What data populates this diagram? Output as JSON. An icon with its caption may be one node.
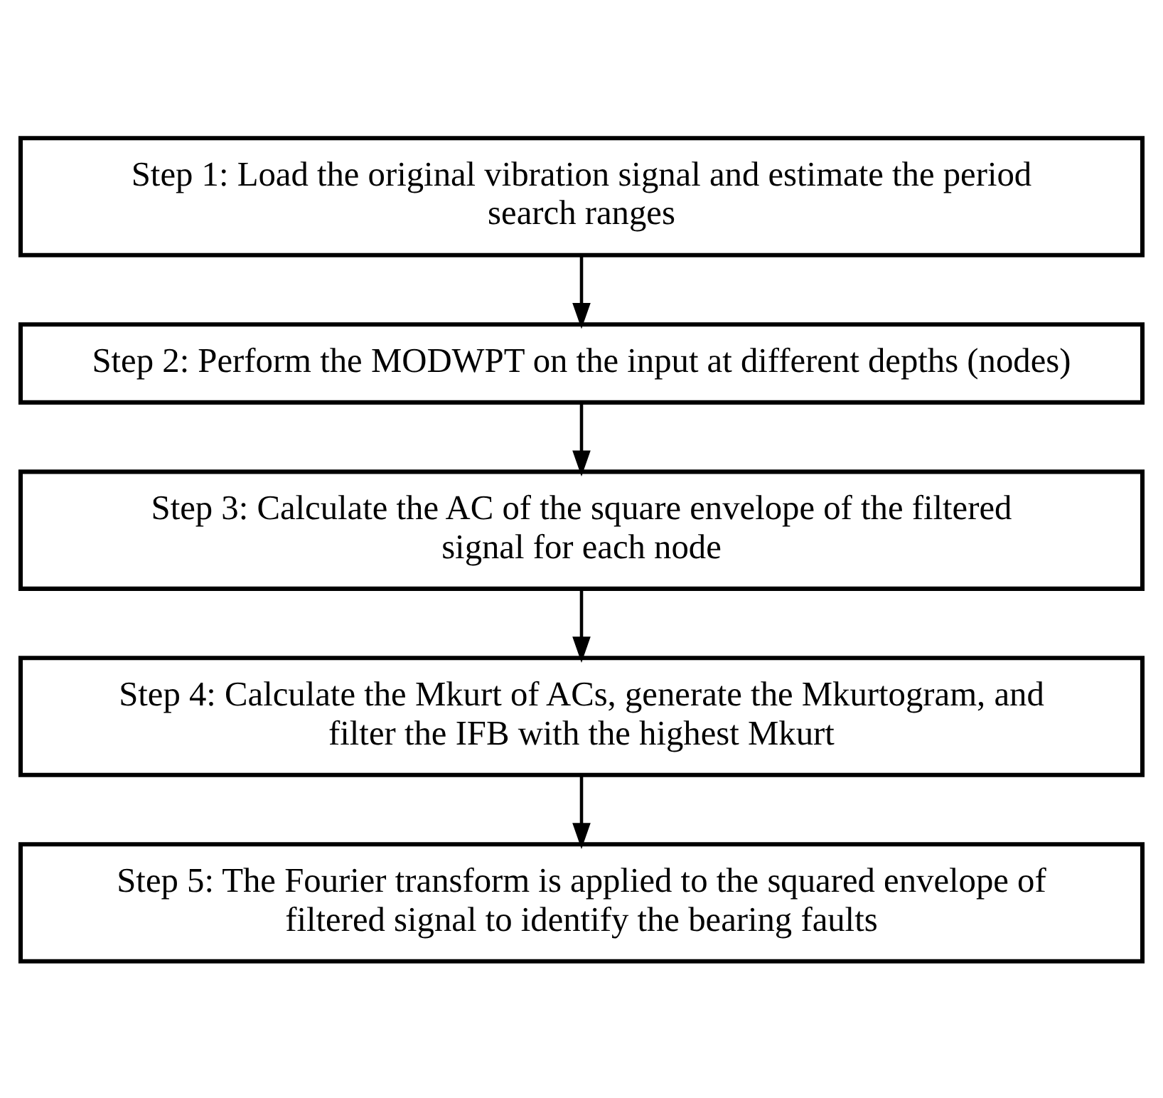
{
  "diagram": {
    "nodes": [
      {
        "text": [
          "Step 1: Load the original vibration signal and estimate the period search ranges"
        ]
      },
      {
        "text": [
          "Step 2: Perform the MODWPT on the input at different depths (nodes)"
        ]
      },
      {
        "text": [
          "Step 3: Calculate the AC of the square envelope of the filtered signal for each node"
        ]
      },
      {
        "text": [
          "Step 4: Calculate the Mkurt of ACs, generate the Mkurtogram, and filter the IFB with the highest Mkurt"
        ]
      },
      {
        "text": [
          "Step 5: The Fourier transform is applied to the squared envelope of filtered signal to identify the bearing faults"
        ]
      }
    ],
    "edges": [
      {
        "from": 0,
        "to": 1,
        "arrow": "to"
      },
      {
        "from": 1,
        "to": 2,
        "arrow": "to"
      },
      {
        "from": 2,
        "to": 3,
        "arrow": "to"
      },
      {
        "from": 3,
        "to": 4,
        "arrow": "to"
      }
    ]
  }
}
